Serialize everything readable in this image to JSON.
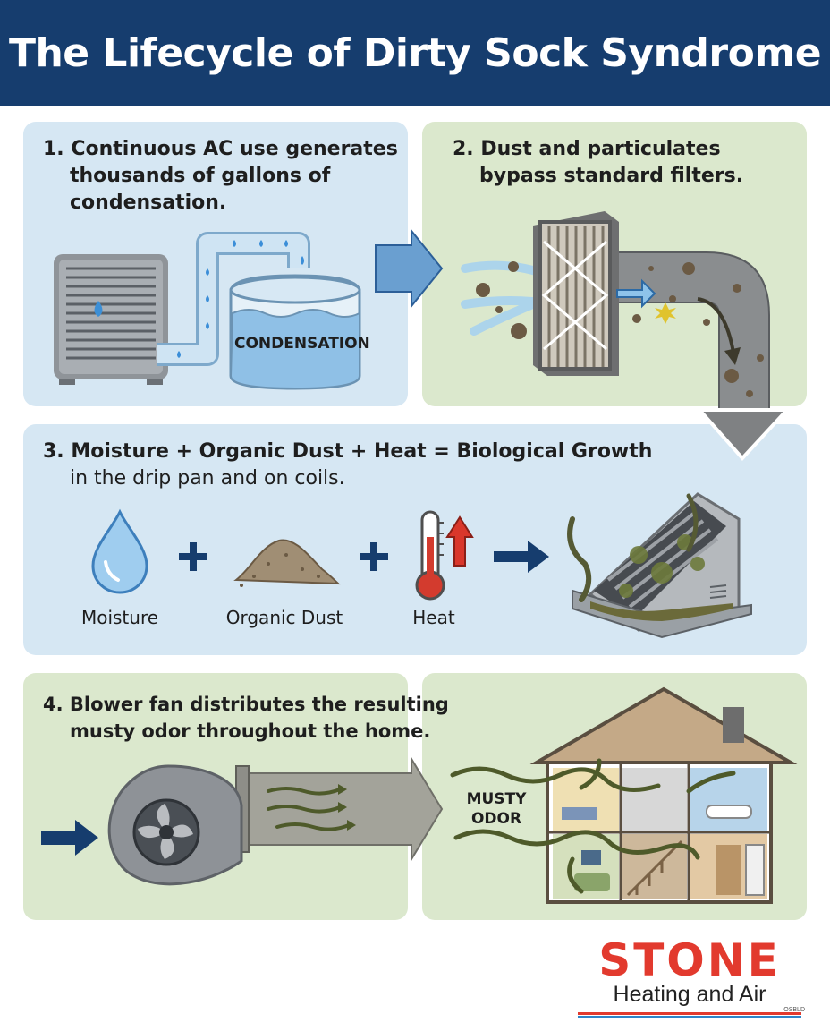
{
  "title": "The Lifecycle of Dirty Sock Syndrome",
  "step1": {
    "line1": "1. Continuous AC use generates",
    "line2": "thousands of gallons of",
    "line3": "condensation.",
    "tank_label": "CONDENSATION"
  },
  "step2": {
    "line1": "2. Dust and particulates",
    "line2": "bypass standard filters."
  },
  "step3": {
    "line1": "3. Moisture + Organic Dust + Heat = Biological Growth",
    "line2": "in the drip pan and on coils.",
    "moisture_label": "Moisture",
    "dust_label": "Organic Dust",
    "heat_label": "Heat"
  },
  "step4": {
    "line1": "4. Blower fan distributes the resulting",
    "line2": "musty odor throughout the home.",
    "odor_line1": "MUSTY",
    "odor_line2": "ODOR"
  },
  "logo": {
    "word": "STONE",
    "tagline": "Heating and Air",
    "license": "OSBLD",
    "red": "#e23a2e",
    "blue": "#2f84c8"
  },
  "colors": {
    "header": "#163d6e",
    "panel_blue": "#d6e7f3",
    "panel_green": "#dbe8cd",
    "arrow_navy": "#163d6e"
  }
}
